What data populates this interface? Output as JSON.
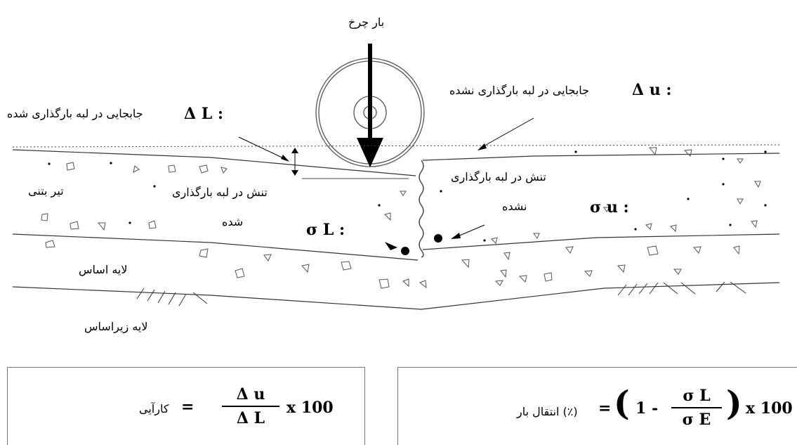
{
  "labels": {
    "wheel_load": "بار چرخ",
    "disp_loaded_text": "جابجایی در لبه بارگذاری شده",
    "disp_loaded_symbol": "Δ L :",
    "disp_unloaded_text": "جابجایی در لبه بارگذاری نشده",
    "disp_unloaded_symbol": "Δ u :",
    "concrete_slab": "تیر بتنی",
    "stress_loaded_line1": "تنش در لبه بارگذاری",
    "stress_loaded_line2": "شده",
    "stress_loaded_symbol": "σ L :",
    "stress_unloaded_line1": "تنش در لبه بارگذاری",
    "stress_unloaded_line2": "نشده",
    "stress_unloaded_symbol": "σ u :",
    "base_layer": "لایه اساس",
    "subbase_layer": "لایه زیراساس"
  },
  "formula_efficiency": {
    "label": "کارآیی",
    "equals": "=",
    "numerator": "Δ u",
    "denominator": "Δ L",
    "multiplier": "x 100"
  },
  "formula_transfer": {
    "label": "(٪) انتقال بار",
    "equals": "=",
    "open": "(",
    "one_minus": "1 -",
    "numerator": "σ L",
    "denominator": "σ E",
    "close": ")",
    "multiplier": "x 100"
  }
}
